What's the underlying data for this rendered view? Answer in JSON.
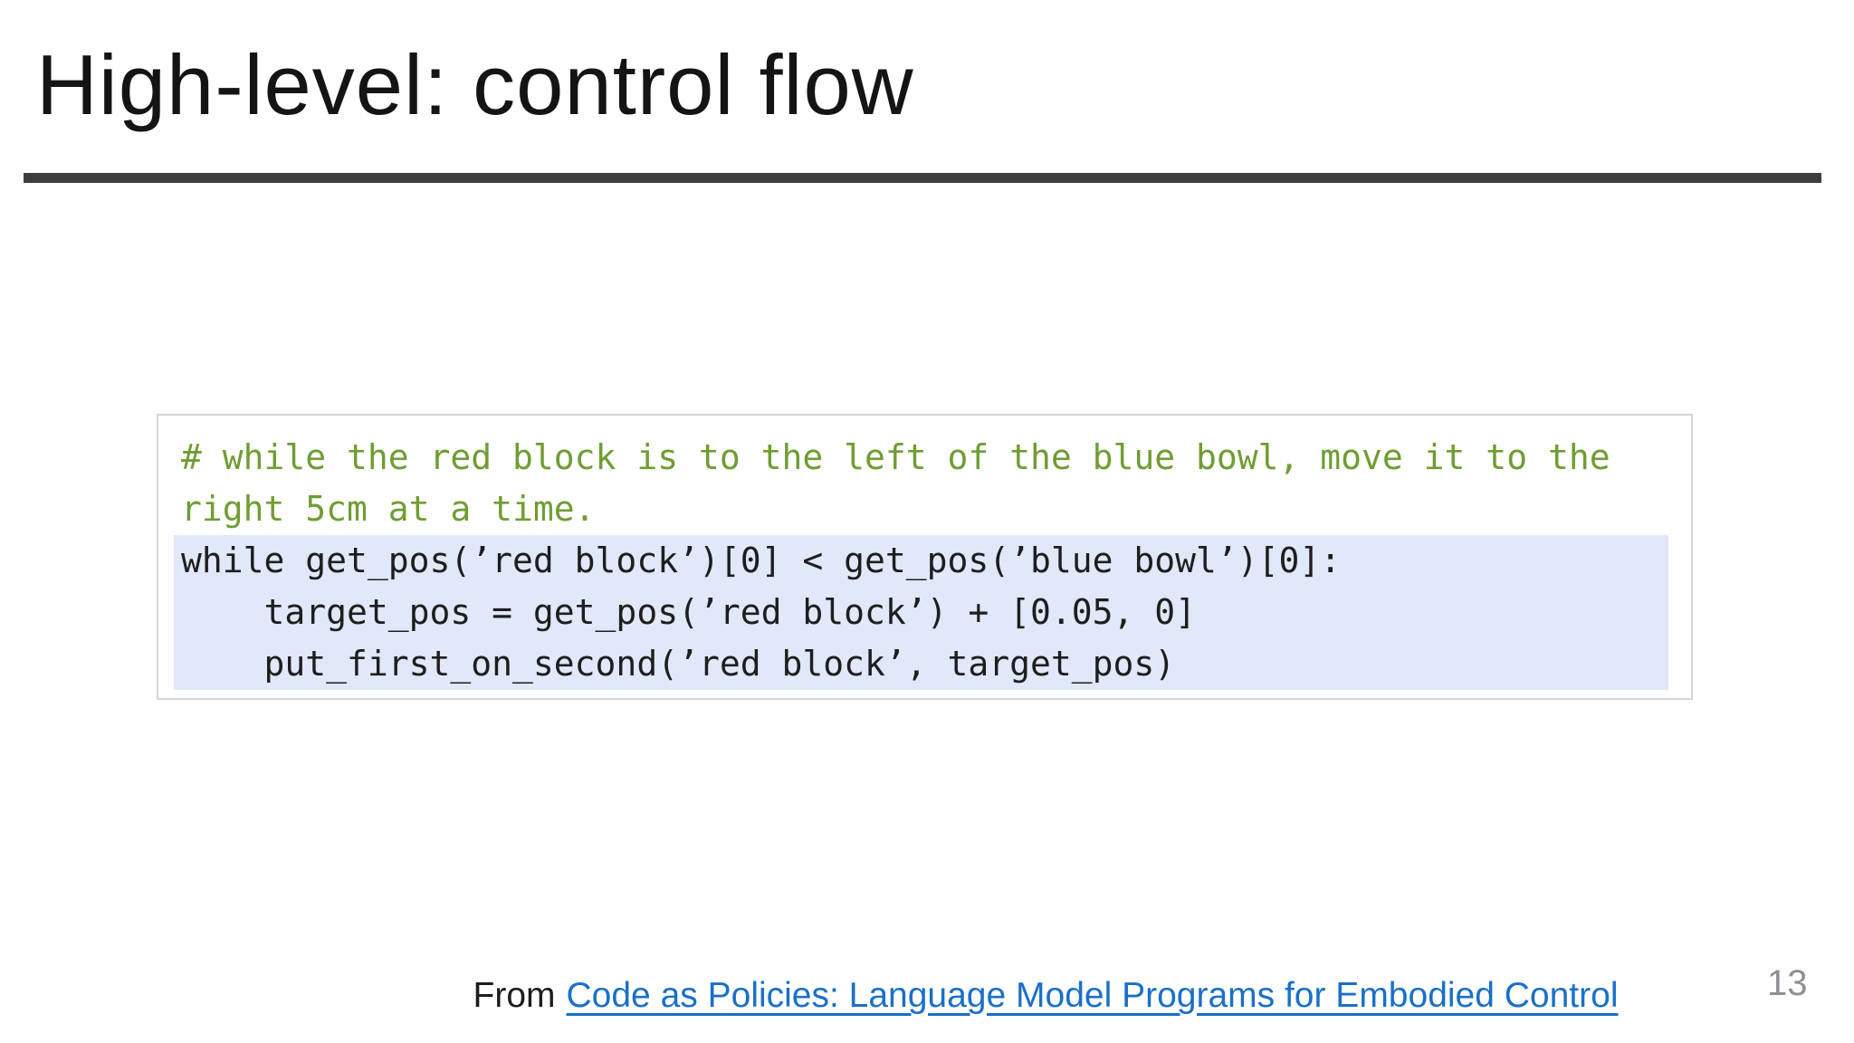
{
  "slide": {
    "title": "High-level: control flow",
    "page_number": "13"
  },
  "code_block": {
    "comment_color": "#6f9d33",
    "highlight_color": "#e1e8fa",
    "border_color": "#d5d5d5",
    "lines": [
      {
        "type": "comment",
        "text": "# while the red block is to the left of the blue bowl, move it to the"
      },
      {
        "type": "comment",
        "text": "right 5cm at a time."
      },
      {
        "type": "code-highlighted",
        "text": "while get_pos(’red block’)[0] < get_pos(’blue bowl’)[0]:"
      },
      {
        "type": "code-highlighted",
        "text": "    target_pos = get_pos(’red block’) + [0.05, 0]"
      },
      {
        "type": "code-highlighted",
        "text": "    put_first_on_second(’red block’, target_pos)"
      }
    ]
  },
  "footer": {
    "prefix": "From",
    "link_text": "Code as Policies: Language Model Programs for Embodied Control",
    "link_color": "#1a70c7"
  }
}
